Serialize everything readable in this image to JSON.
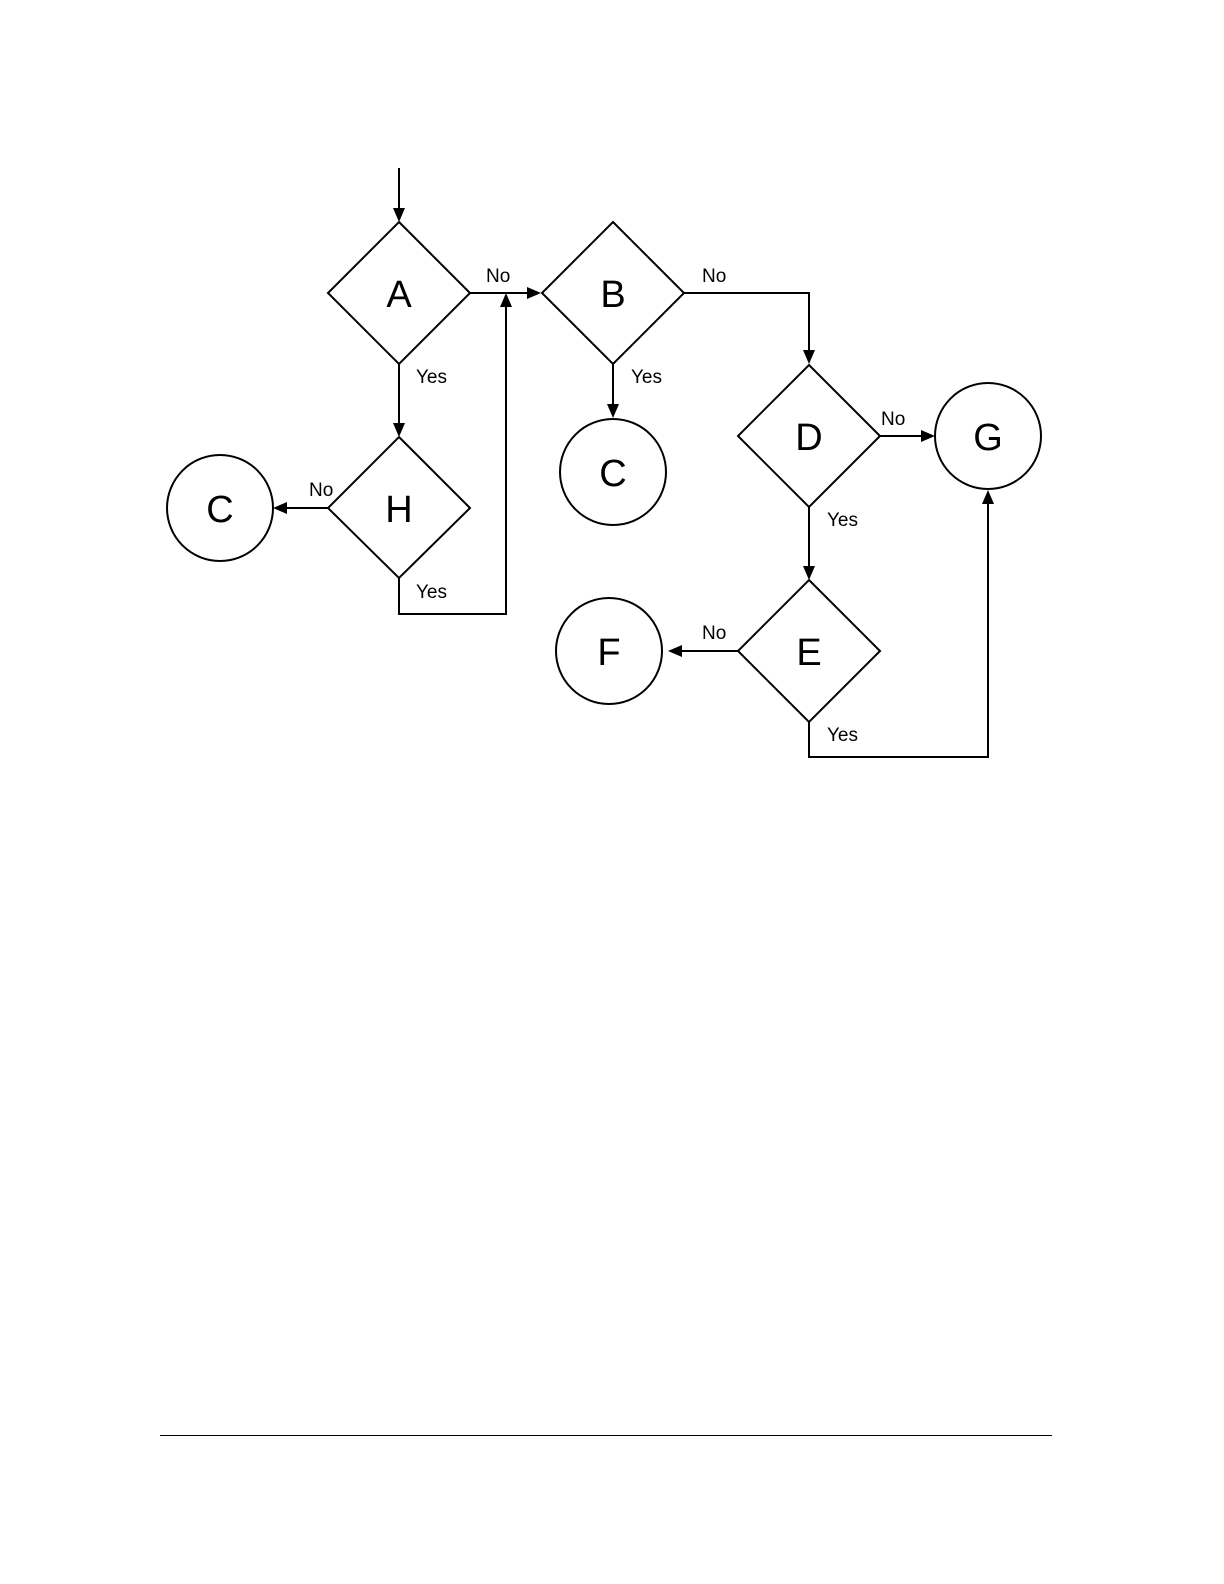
{
  "nodes": {
    "A": {
      "label": "A",
      "shape": "decision"
    },
    "B": {
      "label": "B",
      "shape": "decision"
    },
    "D": {
      "label": "D",
      "shape": "decision"
    },
    "E": {
      "label": "E",
      "shape": "decision"
    },
    "H": {
      "label": "H",
      "shape": "decision"
    },
    "C_left": {
      "label": "C",
      "shape": "terminal"
    },
    "C_mid": {
      "label": "C",
      "shape": "terminal"
    },
    "G": {
      "label": "G",
      "shape": "terminal"
    },
    "F": {
      "label": "F",
      "shape": "terminal"
    }
  },
  "edges": {
    "a_no": {
      "label": "No",
      "from": "A",
      "to": "B"
    },
    "a_yes": {
      "label": "Yes",
      "from": "A",
      "to": "H"
    },
    "b_no": {
      "label": "No",
      "from": "B",
      "to": "D"
    },
    "b_yes": {
      "label": "Yes",
      "from": "B",
      "to": "C"
    },
    "h_no": {
      "label": "No",
      "from": "H",
      "to": "C"
    },
    "h_yes": {
      "label": "Yes",
      "from": "H",
      "to": "B"
    },
    "d_no": {
      "label": "No",
      "from": "D",
      "to": "G"
    },
    "d_yes": {
      "label": "Yes",
      "from": "D",
      "to": "E"
    },
    "e_no": {
      "label": "No",
      "from": "E",
      "to": "F"
    },
    "e_yes": {
      "label": "Yes",
      "from": "E",
      "to": "G"
    }
  }
}
